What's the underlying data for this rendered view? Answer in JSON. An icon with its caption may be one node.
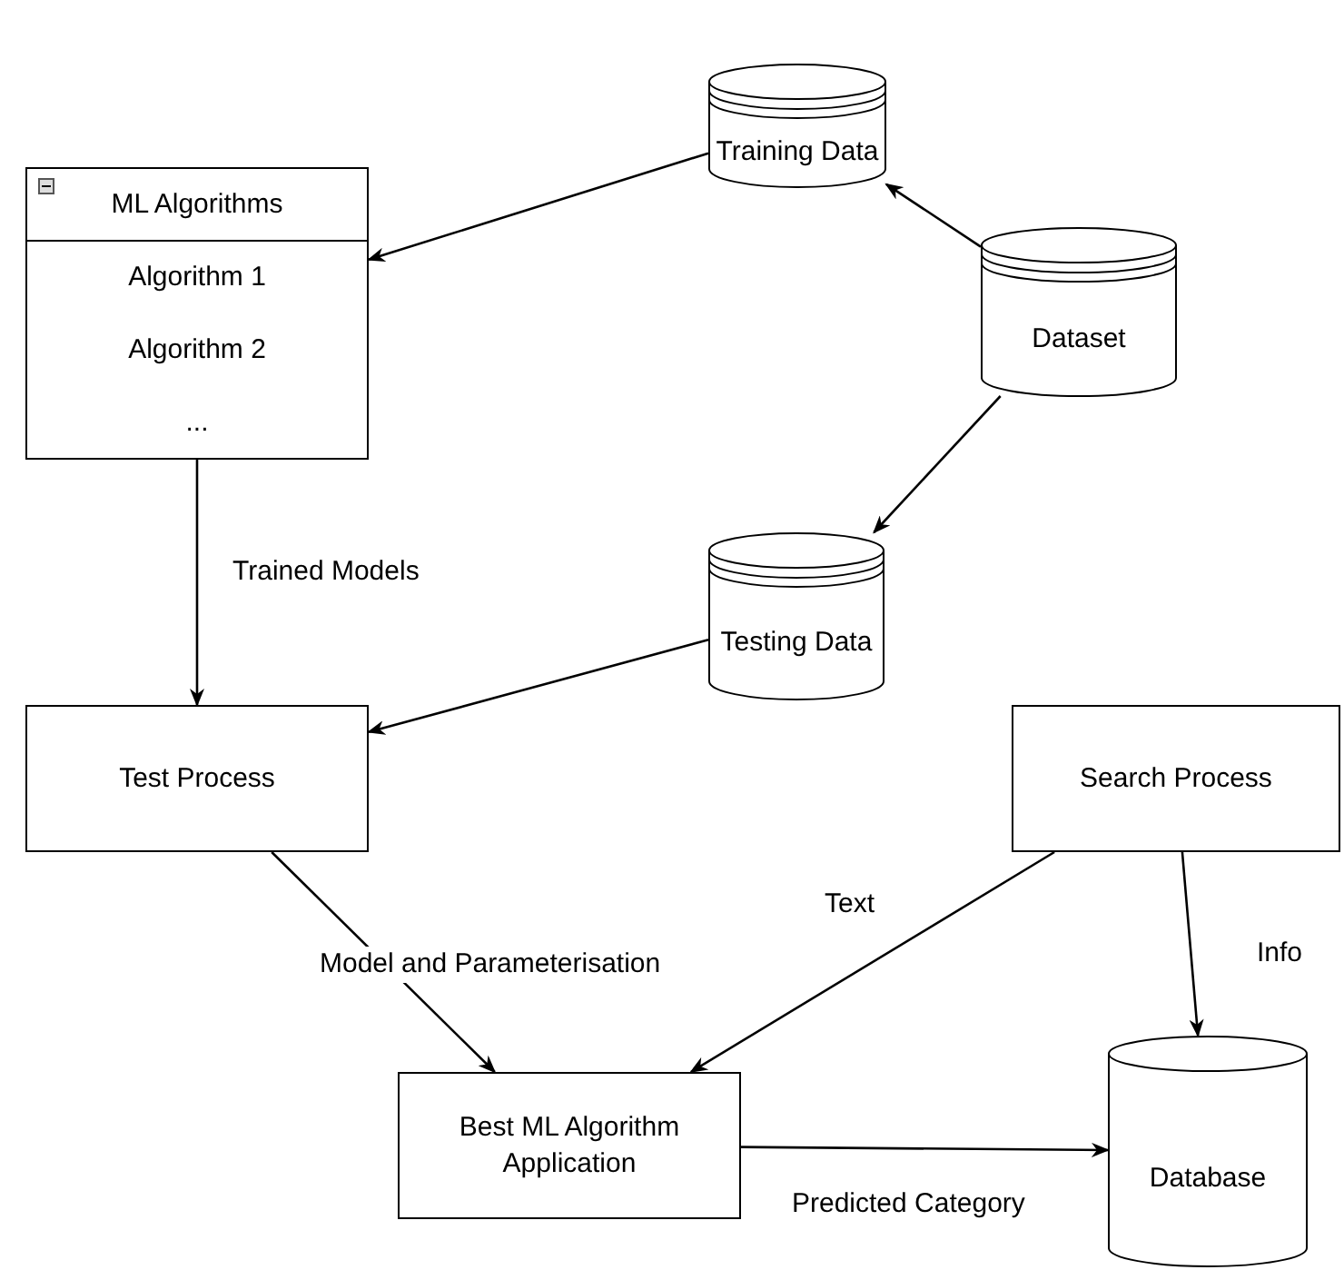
{
  "diagram": {
    "nodes": [
      {
        "text": [
          "Training Data"
        ]
      },
      {
        "text": [
          "ML Algorithms",
          "Algorithm 1",
          "Algorithm 2",
          "..."
        ]
      },
      {
        "text": [
          "Dataset"
        ]
      },
      {
        "text": [
          "Testing Data"
        ]
      },
      {
        "text": [
          "Test Process"
        ]
      },
      {
        "text": [
          "Search Process"
        ]
      },
      {
        "text": [
          "Best ML Algorithm Application"
        ]
      },
      {
        "text": [
          "Database"
        ]
      }
    ],
    "edges": [
      {
        "from": 0,
        "to": 1,
        "arrow": "to"
      },
      {
        "from": 2,
        "to": 0,
        "arrow": "to"
      },
      {
        "from": 2,
        "to": 3,
        "arrow": "to"
      },
      {
        "from": 1,
        "to": 4,
        "arrow": "to",
        "label": "Trained Models"
      },
      {
        "from": 3,
        "to": 4,
        "arrow": "to"
      },
      {
        "from": 4,
        "to": 6,
        "arrow": "to",
        "label": "Model and Parameterisation"
      },
      {
        "from": 5,
        "to": 6,
        "arrow": "to",
        "label": "Text"
      },
      {
        "from": 5,
        "to": 7,
        "arrow": "to",
        "label": "Info"
      },
      {
        "from": 6,
        "to": 7,
        "arrow": "to",
        "label": "Predicted Category"
      }
    ]
  }
}
